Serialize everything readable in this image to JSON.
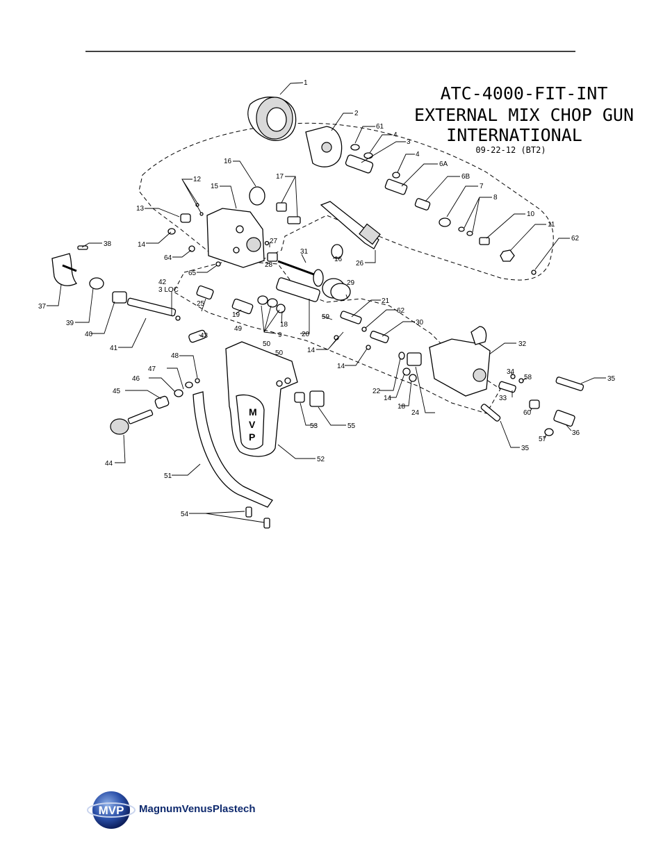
{
  "title": {
    "line1": "ATC-4000-FIT-INT",
    "line2": "EXTERNAL MIX CHOP GUN",
    "line3": "INTERNATIONAL",
    "date": "09-22-12 (BT2)"
  },
  "callouts": [
    "1",
    "2",
    "61",
    "4",
    "3",
    "4",
    "6A",
    "6B",
    "7",
    "8",
    "10",
    "11",
    "62",
    "16",
    "17",
    "12",
    "15",
    "13",
    "14",
    "64",
    "65",
    "27",
    "28",
    "31",
    "16",
    "26",
    "38",
    "37",
    "39",
    "42",
    "3 LOC",
    "25",
    "19",
    "9",
    "18",
    "20",
    "59",
    "29",
    "21",
    "62",
    "30",
    "14",
    "14",
    "40",
    "41",
    "43",
    "49",
    "50",
    "50",
    "48",
    "47",
    "46",
    "45",
    "44",
    "53",
    "55",
    "52",
    "51",
    "54",
    "22",
    "14",
    "18",
    "24",
    "32",
    "34",
    "58",
    "33",
    "60",
    "35",
    "36",
    "57",
    "35"
  ],
  "logo": {
    "badge": "MVP",
    "name": "MagnumVenusPlastech"
  }
}
